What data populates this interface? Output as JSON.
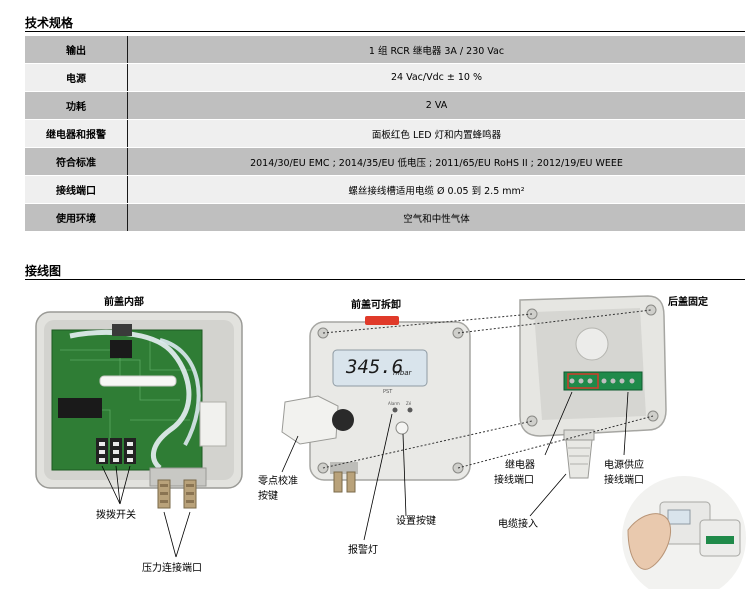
{
  "specs": {
    "title": "技术规格",
    "rows": [
      {
        "label": "输出",
        "value": "1 组 RCR 继电器 3A / 230 Vac"
      },
      {
        "label": "电源",
        "value": "24 Vac/Vdc ± 10 %"
      },
      {
        "label": "功耗",
        "value": "2 VA"
      },
      {
        "label": "继电器和报警",
        "value": "面板红色 LED 灯和内置蜂鸣器"
      },
      {
        "label": "符合标准",
        "value": "2014/30/EU EMC ; 2014/35/EU 低电压 ; 2011/65/EU RoHS II ; 2012/19/EU WEEE"
      },
      {
        "label": "接线端口",
        "value": "螺丝接线槽适用电缆 Ø 0.05 到 2.5 mm²"
      },
      {
        "label": "使用环境",
        "value": "空气和中性气体"
      }
    ]
  },
  "wiring": {
    "title": "接线图",
    "panels": {
      "front_inside": "前盖内部",
      "front_removable": "前盖可拆卸",
      "rear_fixed": "后盖固定"
    },
    "callouts": {
      "dip_switch": "拨拨开关",
      "pressure_ports": "压力连接端口",
      "zero_key_line1": "零点校准",
      "zero_key_line2": "按键",
      "alarm_light": "报警灯",
      "set_key": "设置按键",
      "relay_terminal_line1": "继电器",
      "relay_terminal_line2": "接线端口",
      "power_terminal_line1": "电源供应",
      "power_terminal_line2": "接线端口",
      "cable_entry": "电缆接入"
    },
    "display": {
      "reading": "345.6",
      "unit": "mbar",
      "model": "PST",
      "led_labels": [
        "Alarm",
        "Zé"
      ]
    }
  },
  "colors": {
    "header_row": "#bfbfbf",
    "alt_row": "#efefef",
    "pcb_green": "#2f7d35",
    "terminal_green": "#1f8a4a",
    "lcd_bg": "#d9e4ec",
    "housing": "#e6e6e2"
  }
}
